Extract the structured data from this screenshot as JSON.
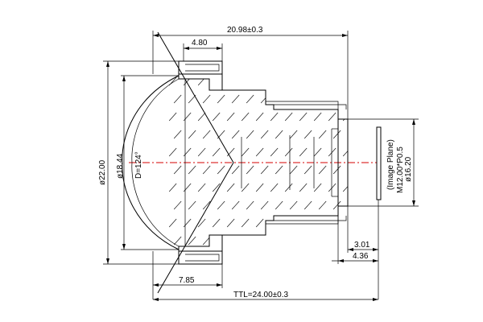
{
  "drawing": {
    "image_plane_label": "(Image Plane)",
    "thread_label": "M12.00*P0.5",
    "field_of_view_label": "D=124°",
    "dimensions": {
      "overall_length": "20.98±0.3",
      "flange_width": "4.80",
      "diameter_outer": "ø22.00",
      "diameter_clear_aperture": "ø18.44",
      "diameter_back": "ø16.20",
      "flange_offset_bottom": "7.85",
      "back_focal_mech": "3.01",
      "back_focal_optical": "4.36",
      "total_track_length": "TTL=24.00±0.3"
    }
  }
}
